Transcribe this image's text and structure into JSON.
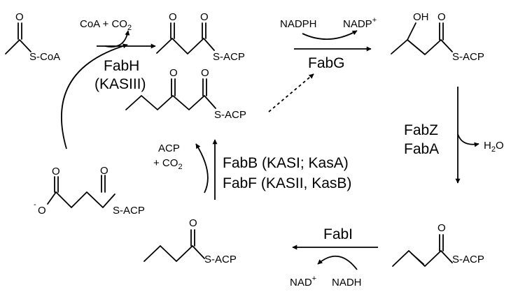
{
  "molecules": {
    "acetyl_coa": {
      "o": "O",
      "group": "S-CoA"
    },
    "acetoacetyl_acp": {
      "o1": "O",
      "o2": "O",
      "group": "S-ACP"
    },
    "hydroxybutyryl_acp": {
      "oh": "OH",
      "o": "O",
      "group": "S-ACP"
    },
    "oxohexanoyl_acp": {
      "o1": "O",
      "o2": "O",
      "group": "S-ACP"
    },
    "malonyl_acp": {
      "o_left": "O",
      "o_right": "O",
      "charge": "-",
      "o_minus": "O",
      "group": "S-ACP"
    },
    "butyryl_acp": {
      "o": "O",
      "group": "S-ACP"
    },
    "crotonyl_acp": {
      "o": "O",
      "group": "S-ACP"
    }
  },
  "enzymes": {
    "fabh": "FabH",
    "kasiii": "(KASIII)",
    "fabg": "FabG",
    "fabz": "FabZ",
    "faba": "FabA",
    "fabb": "FabB (KASI; KasA)",
    "fabf": "FabF (KASII, KasB)",
    "fabi": "FabI"
  },
  "cofactors": {
    "coa_co2": {
      "main": "CoA + CO",
      "sub": "2"
    },
    "nadph": "NADPH",
    "nadp": {
      "main": "NADP",
      "sup": "+"
    },
    "water": {
      "h": "H",
      "sub": "2",
      "o": "O"
    },
    "acp_co2": {
      "line1": "ACP",
      "line2_main": "+ CO",
      "line2_sub": "2"
    },
    "nad": {
      "main": "NAD",
      "sup": "+"
    },
    "nadh": "NADH"
  }
}
